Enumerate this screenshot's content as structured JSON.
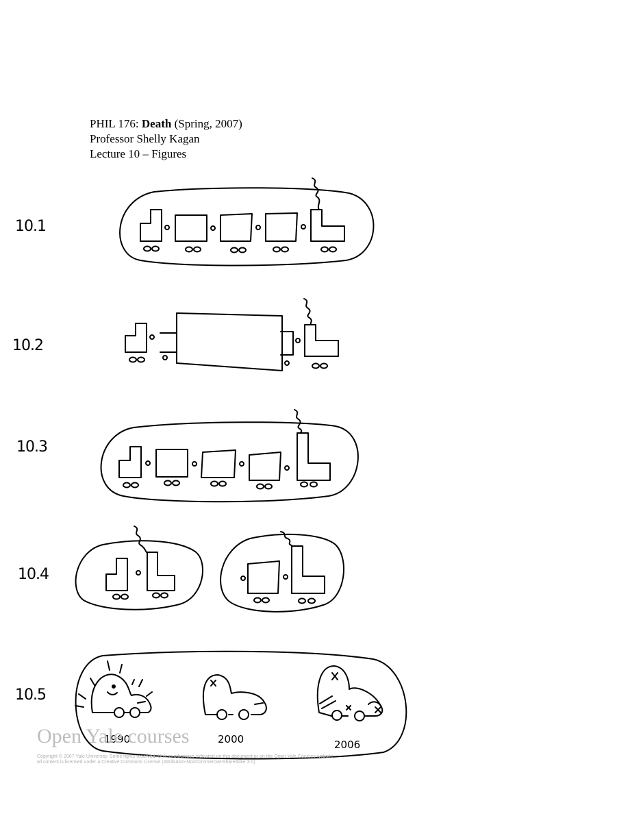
{
  "header": {
    "course": "PHIL 176:",
    "title_bold": "Death",
    "term": "(Spring, 2007)",
    "professor": "Professor Shelly Kagan",
    "lecture": "Lecture 10 – Figures"
  },
  "figures": {
    "f1": "10.1",
    "f2": "10.2",
    "f3": "10.3",
    "f4": "10.4",
    "f5": "10.5"
  },
  "car_years": [
    "1990",
    "2000",
    "2006"
  ],
  "watermark": {
    "logo": "Open Yale courses",
    "copyright": "Copyright © 2007 Yale University. Some rights reserved. Unless otherwise indicated on this document or on the Open Yale Courses website, all content is licensed under a Creative Commons License (Attribution-NonCommercial-ShareAlike 3.0)"
  }
}
